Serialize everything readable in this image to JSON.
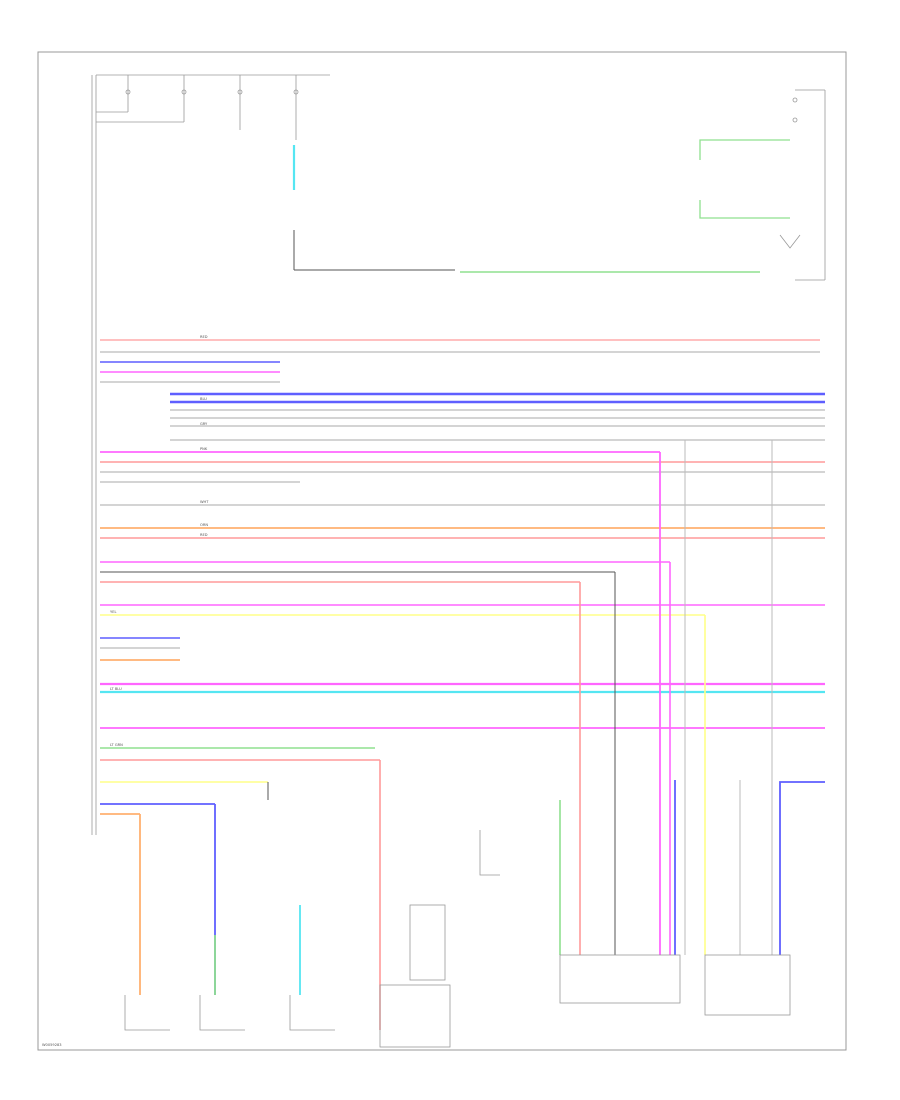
{
  "page_id": "W0059283",
  "colors": {
    "red": "#ff9a9a",
    "pink": "#ff66ff",
    "blue": "#5f5fff",
    "orange": "#ffb070",
    "green": "#8fe08f",
    "cyan": "#55e6f2",
    "yellow": "#ffff88",
    "grey": "#bbbbbb",
    "black": "#555555",
    "frame": "#999999"
  },
  "wire_labels": {
    "red_1": "RED",
    "red_2": "RED",
    "pink_1": "PNK",
    "blue_1": "BLU",
    "orange_1": "ORN",
    "green_1": "LT GRN",
    "cyan_1": "LT BLU",
    "gray_1": "GRY",
    "white_1": "WHT",
    "yellow_1": "YEL"
  }
}
